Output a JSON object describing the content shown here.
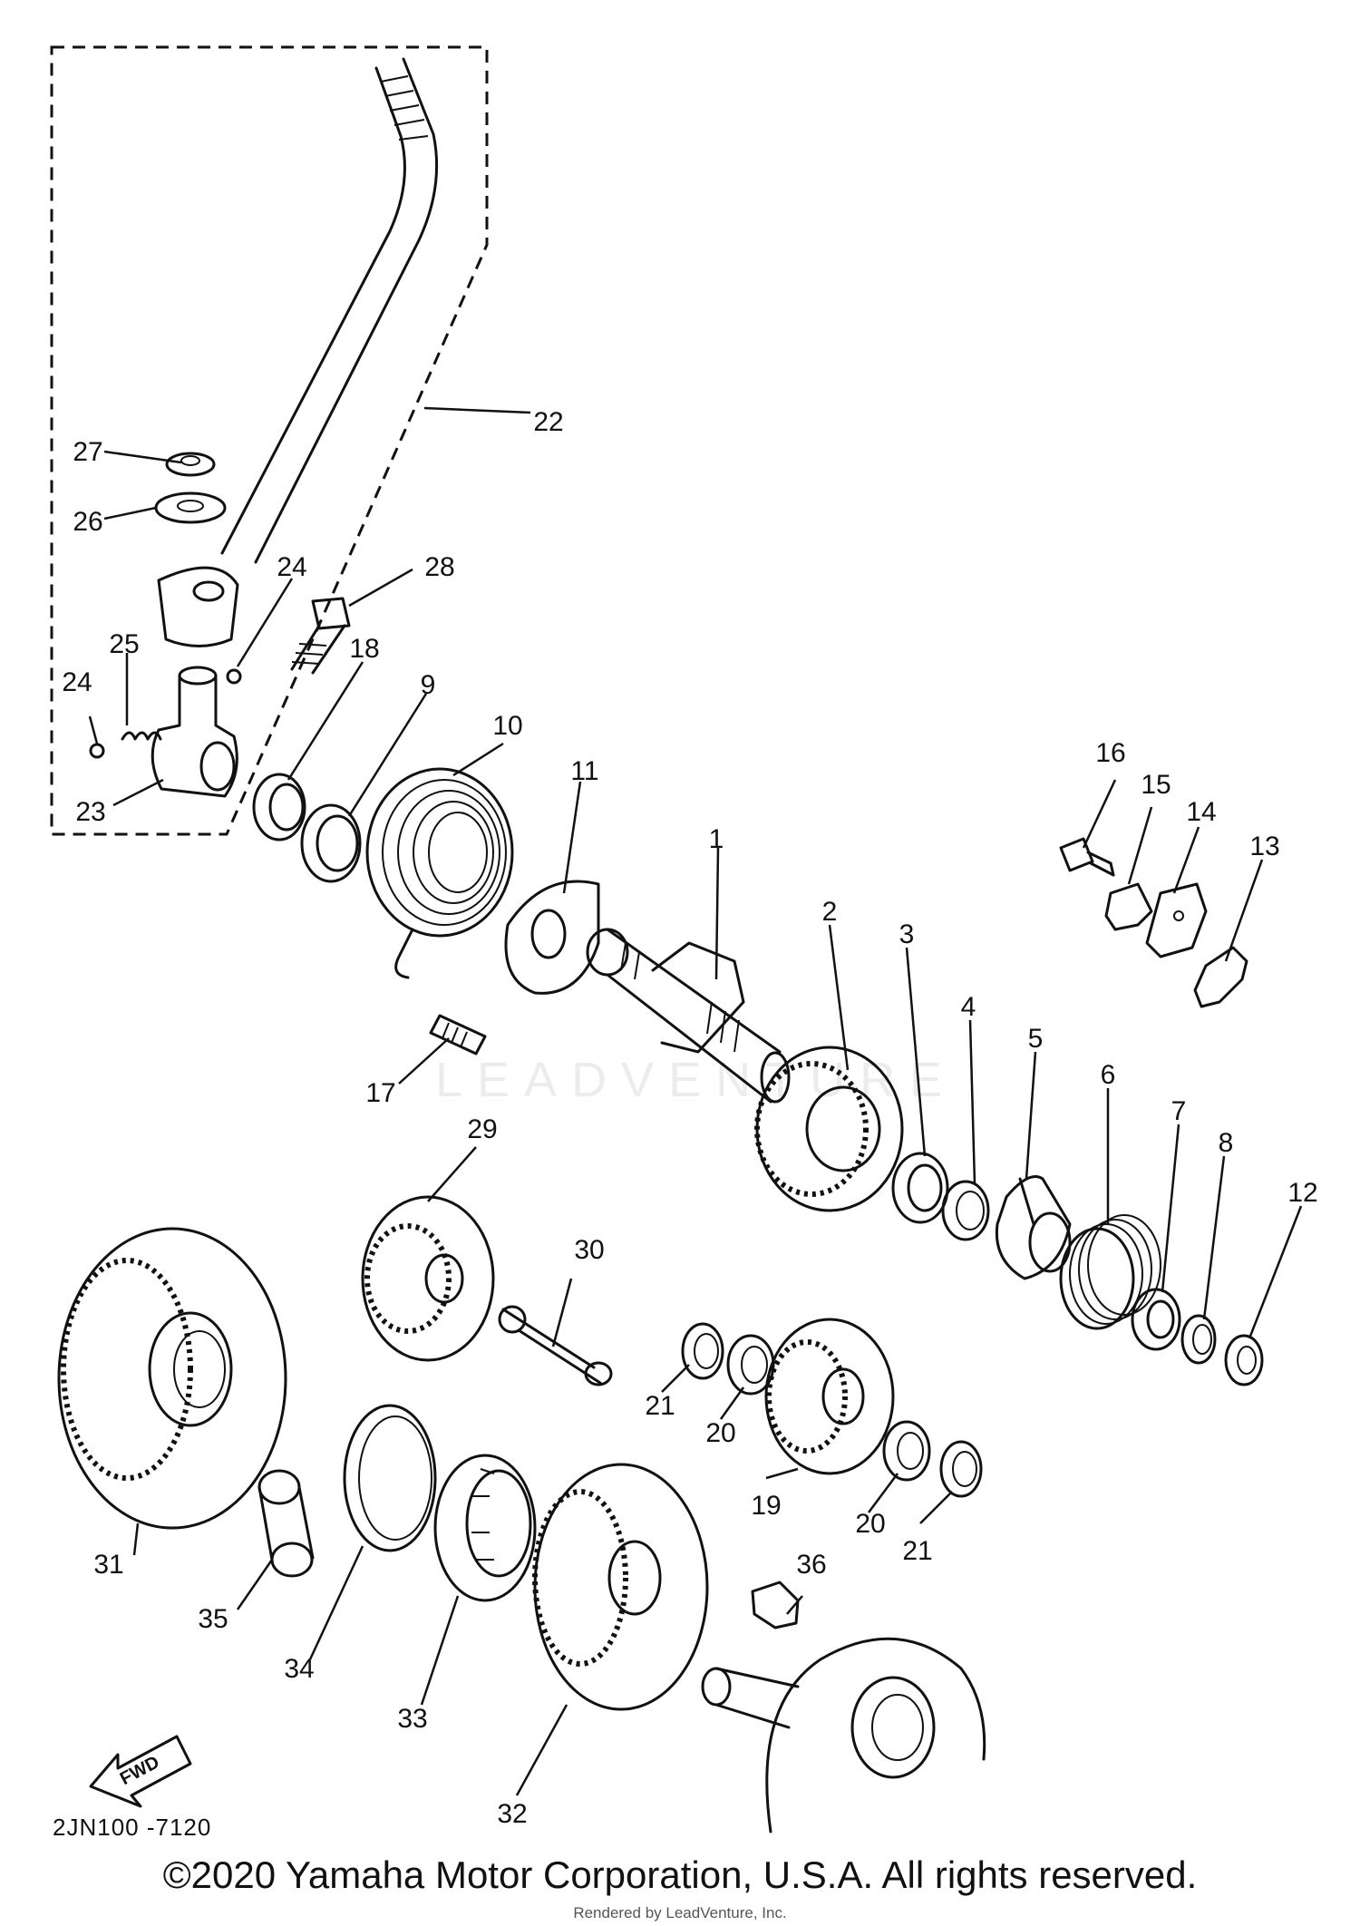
{
  "diagram": {
    "part_numbers": [
      "1",
      "2",
      "3",
      "4",
      "5",
      "6",
      "7",
      "8",
      "9",
      "10",
      "11",
      "12",
      "13",
      "14",
      "15",
      "16",
      "17",
      "18",
      "19",
      "20",
      "20",
      "21",
      "21",
      "22",
      "23",
      "24",
      "24",
      "25",
      "26",
      "27",
      "28",
      "29",
      "30",
      "31",
      "32",
      "33",
      "34",
      "35",
      "36"
    ],
    "fwd_label": "FWD",
    "catalog_code": "2JN100 -7120",
    "copyright": "©2020 Yamaha Motor Corporation, U.S.A. All rights reserved.",
    "rendered_by": "Rendered by LeadVenture, Inc.",
    "watermark": "LEADVENTURE"
  }
}
